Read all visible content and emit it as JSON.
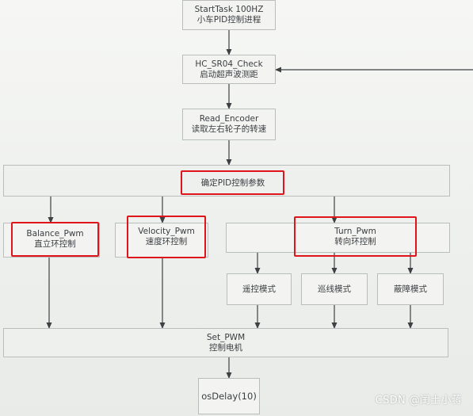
{
  "nodes": {
    "start_task": {
      "line1": "StartTask 100HZ",
      "line2": "小车PID控制进程"
    },
    "hc_sr04": {
      "line1": "HC_SR04_Check",
      "line2": "启动超声波测距"
    },
    "read_encoder": {
      "line1": "Read_Encoder",
      "line2": "读取左右轮子的转速"
    },
    "pid_params": {
      "line1": "确定PID控制参数"
    },
    "balance_pwm": {
      "line1": "Balance_Pwm",
      "line2": "直立环控制"
    },
    "velocity_pwm": {
      "line1": "Velocity_Pwm",
      "line2": "速度环控制"
    },
    "turn_pwm": {
      "line1": "Turn_Pwm",
      "line2": "转向环控制"
    },
    "remote_mode": {
      "line1": "遥控模式"
    },
    "line_mode": {
      "line1": "巡线模式"
    },
    "avoid_mode": {
      "line1": "蔽障模式"
    },
    "set_pwm": {
      "line1": "Set_PWM",
      "line2": "控制电机"
    },
    "os_delay": {
      "line1": "osDelay(10)"
    }
  },
  "highlight_color": "#e0141b",
  "watermark": "CSDN @闰土小蒋"
}
